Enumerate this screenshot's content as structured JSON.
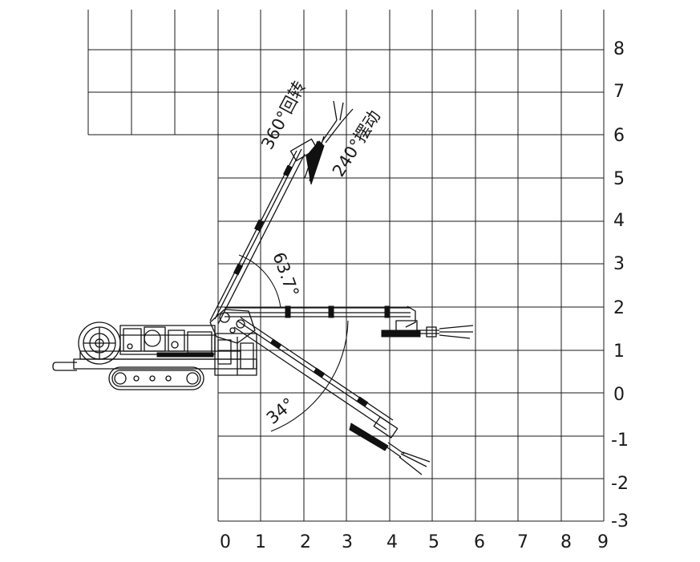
{
  "diagram": {
    "x_ticks": [
      "0",
      "1",
      "2",
      "3",
      "4",
      "5",
      "6",
      "7",
      "8",
      "9"
    ],
    "y_ticks": [
      "8",
      "7",
      "6",
      "5",
      "4",
      "3",
      "2",
      "1",
      "0",
      "-1",
      "-2",
      "-3"
    ],
    "annotations": {
      "rotation": "360°回转",
      "swing": "240°摆动",
      "angle_up": "63.7°",
      "angle_down": "34°"
    },
    "boom_positions": {
      "upper_angle_deg": 63.7,
      "horizontal_angle_deg": 0,
      "lower_angle_deg": -34
    }
  }
}
